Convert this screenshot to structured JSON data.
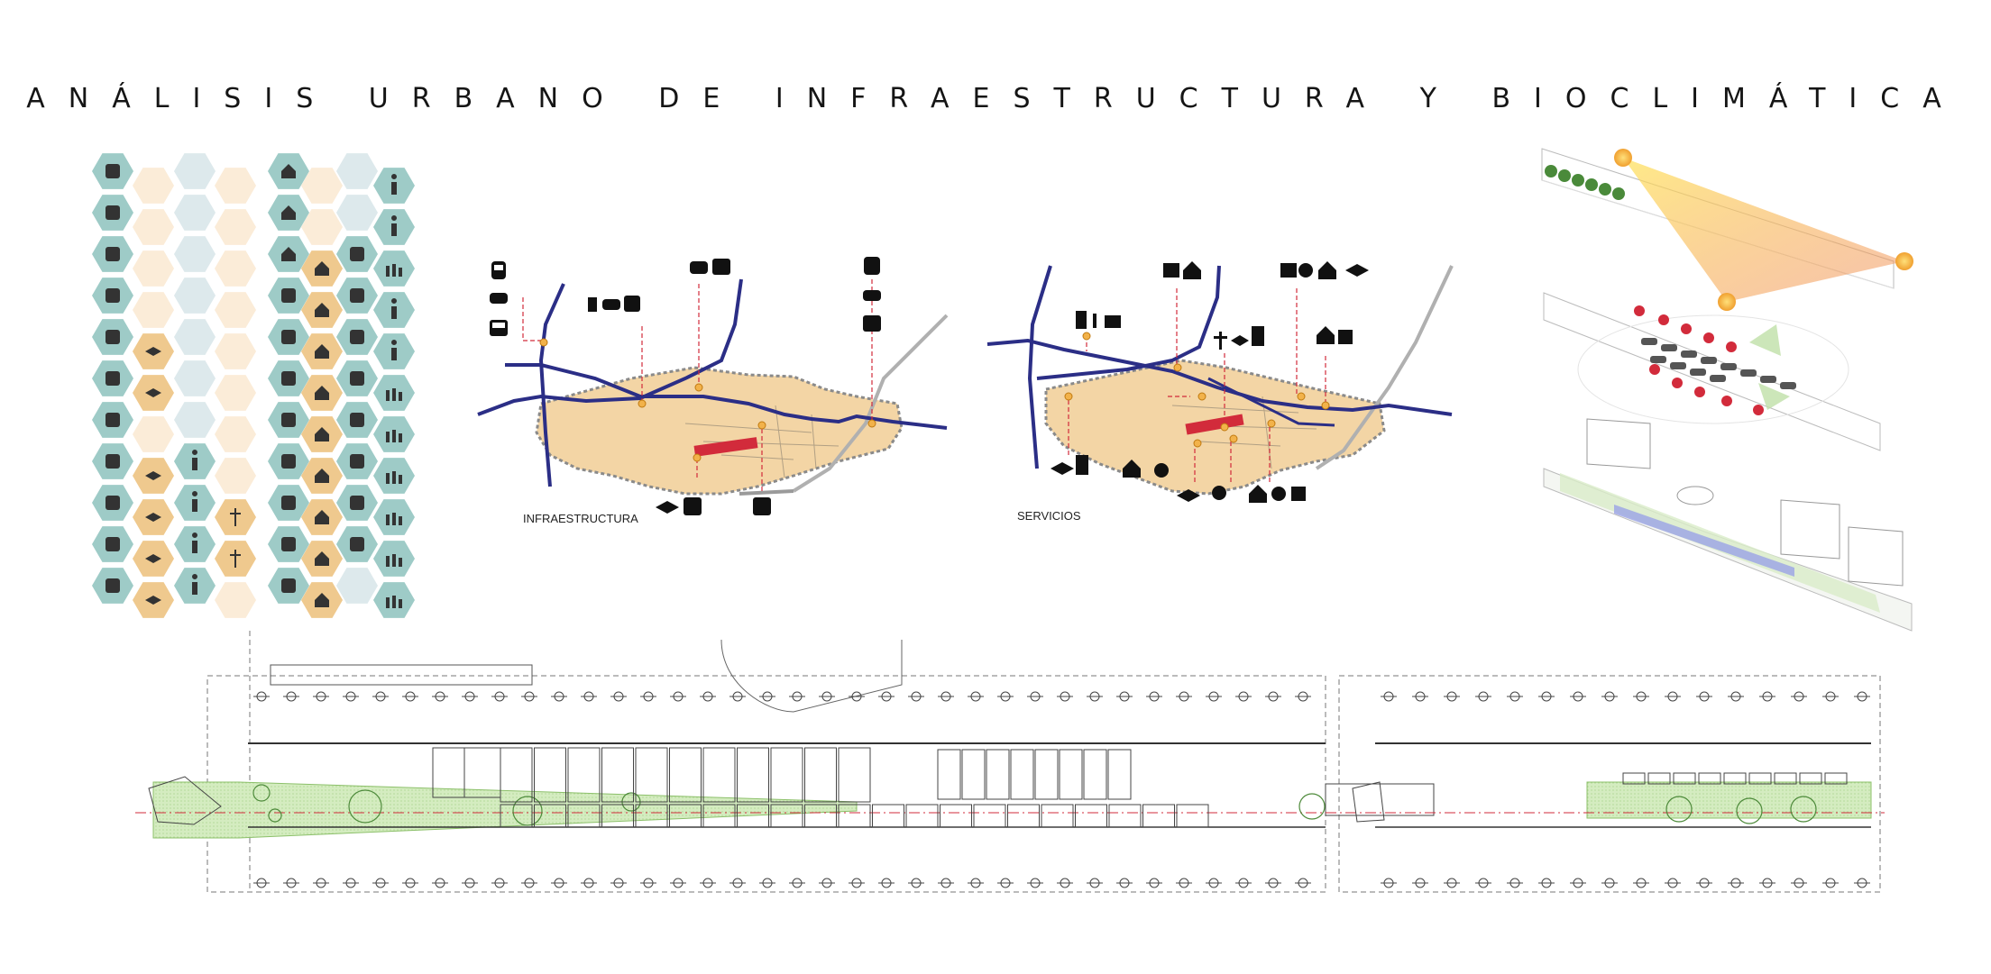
{
  "title": "ANÁLISIS URBANO DE INFRAESTRUCTURA Y BIOCLIMÁTICA",
  "maps": {
    "left_caption": "INFRAESTRUCTURA",
    "right_caption": "SERVICIOS"
  },
  "colors": {
    "teal": "#9ecbc7",
    "teal_light": "#dde9ec",
    "sand": "#efc98e",
    "sand_light": "#fbecd8",
    "road": "#2b2e86",
    "pin": "#e8a43a",
    "marker": "#d22b3b",
    "green": "#cfe8b8"
  },
  "icons": {
    "hex_columns": [
      [
        "bus-icon",
        "bus-icon",
        "bus-icon",
        "car-icon",
        "fuel-icon",
        "bus-icon",
        "bus-icon",
        "bus-icon",
        "car-icon",
        "fuel-icon",
        "bus-icon"
      ],
      [
        "",
        "",
        "",
        "",
        "graduation-cap-icon",
        "graduation-cap-icon",
        "",
        "graduation-cap-icon",
        "graduation-cap-icon",
        "graduation-cap-icon",
        "graduation-cap-icon"
      ],
      [
        "",
        "",
        "",
        "",
        "",
        "",
        "",
        "golfer-icon",
        "golfer-icon",
        "golfer-icon",
        "golfer-icon"
      ],
      [
        "",
        "",
        "",
        "",
        "",
        "",
        "",
        "",
        "cross-icon",
        "cross-icon",
        ""
      ],
      [
        "house-icon",
        "house-icon",
        "house-icon",
        "building-icon",
        "building-icon",
        "building-icon",
        "building-icon",
        "building-icon",
        "building-icon",
        "building-icon",
        "building-icon"
      ],
      [
        "",
        "",
        "house-icon",
        "house-icon",
        "house-icon",
        "house-icon",
        "house-icon",
        "house-icon",
        "house-icon",
        "house-icon",
        "house-icon"
      ],
      [
        "",
        "",
        "shop-icon",
        "shop-icon",
        "shop-icon",
        "shop-icon",
        "shop-icon",
        "shop-icon",
        "shop-icon",
        "shop-icon",
        ""
      ],
      [
        "person-icon",
        "person-icon",
        "family-icon",
        "person-icon",
        "person-icon",
        "family-icon",
        "family-icon",
        "family-icon",
        "family-icon",
        "family-icon",
        "family-icon"
      ]
    ]
  }
}
